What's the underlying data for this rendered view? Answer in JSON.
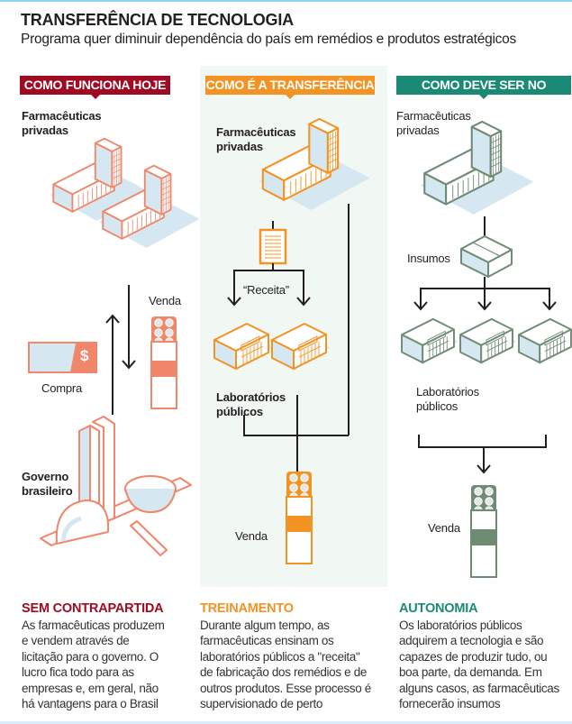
{
  "title": "TRANSFERÊNCIA DE TECNOLOGIA",
  "subtitle": "Programa quer diminuir dependência do país em remédios e produtos estratégicos",
  "colors": {
    "red": "#9e0b22",
    "orange": "#f39323",
    "teal": "#1b8a74",
    "salmon": "#f0866a",
    "sage": "#6f8b74",
    "light_blue": "#d5e8f1"
  },
  "columns": [
    {
      "header": "COMO FUNCIONA HOJE",
      "labels": {
        "companies": "Farmacêuticas privadas",
        "sale": "Venda",
        "purchase": "Compra",
        "government": "Governo brasileiro",
        "currency_symbol": "$"
      },
      "heading": "SEM CONTRAPARTIDA",
      "body": [
        "As farmacêuticas produzem",
        "e vendem através de",
        "licitação para o governo. O",
        "lucro fica todo para as",
        "empresas e, em geral, não",
        "há vantagens para o Brasil"
      ]
    },
    {
      "header": "COMO É A TRANSFERÊNCIA",
      "labels": {
        "companies": "Farmacêuticas privadas",
        "recipe": "“Receita”",
        "labs": "Laboratórios públicos",
        "sale": "Venda"
      },
      "heading": "TREINAMENTO",
      "body": [
        "Durante algum tempo, as",
        "farmacêuticas ensinam os",
        "laboratórios públicos a \"receita\"",
        "de fabricação dos remédios e de",
        "outros produtos. Esse processo é",
        "supervisionado de perto"
      ]
    },
    {
      "header": "COMO DEVE SER NO FUTURO",
      "labels": {
        "companies": "Farmacêuticas privadas",
        "inputs": "Insumos",
        "labs": "Laboratórios públicos",
        "sale": "Venda"
      },
      "heading": "AUTONOMIA",
      "body": [
        "Os laboratórios públicos",
        "adquirem a tecnologia e são",
        "capazes de produzir tudo, ou",
        "boa parte, da demanda. Em",
        "alguns casos, as farmacêuticas",
        "fornecerão insumos"
      ]
    }
  ]
}
